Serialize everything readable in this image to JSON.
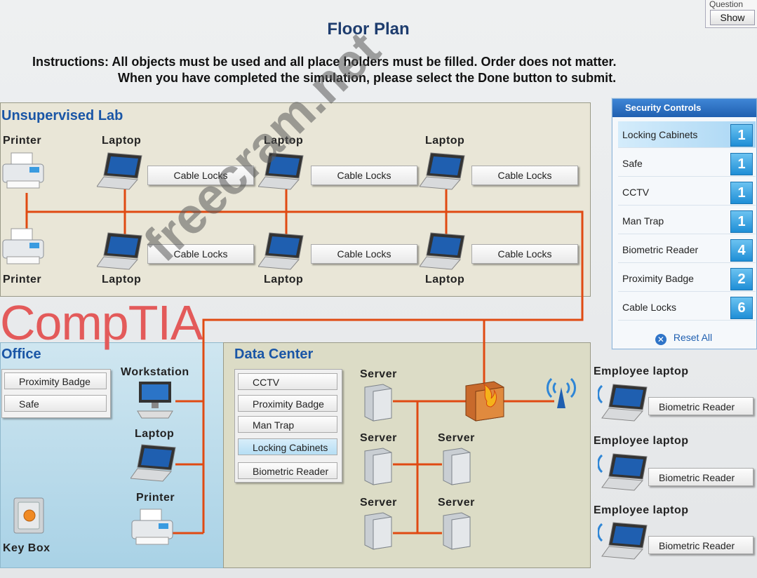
{
  "question": {
    "label": "Question",
    "show_button": "Show"
  },
  "title": "Floor Plan",
  "instructions": {
    "line1": "Instructions: All objects must be used and all place holders must be filled. Order does not matter.",
    "line2": "When you have completed the simulation, please select the Done button to submit."
  },
  "zones": {
    "lab": "Unsupervised Lab",
    "office": "Office",
    "datacenter": "Data Center"
  },
  "lab_devices": {
    "printer_top": "Printer",
    "printer_bottom": "Printer",
    "laptop_top": [
      "Laptop",
      "Laptop",
      "Laptop"
    ],
    "laptop_bottom": [
      "Laptop",
      "Laptop",
      "Laptop"
    ],
    "slots_top": [
      "Cable Locks",
      "Cable Locks",
      "Cable Locks"
    ],
    "slots_bottom": [
      "Cable Locks",
      "Cable Locks",
      "Cable Locks"
    ]
  },
  "office": {
    "slots": [
      "Proximity Badge",
      "Safe"
    ],
    "workstation": "Workstation",
    "laptop": "Laptop",
    "printer": "Printer",
    "keybox": "Key Box"
  },
  "datacenter": {
    "slots": [
      "CCTV",
      "Proximity Badge",
      "Man Trap",
      "Locking Cabinets",
      "Biometric Reader"
    ],
    "servers": [
      "Server",
      "Server",
      "Server",
      "Server",
      "Server"
    ]
  },
  "employee_laptops": [
    {
      "label": "Employee laptop",
      "slot": "Biometric Reader"
    },
    {
      "label": "Employee laptop",
      "slot": "Biometric Reader"
    },
    {
      "label": "Employee laptop",
      "slot": "Biometric Reader"
    }
  ],
  "security_controls": {
    "title": "Security Controls",
    "items": [
      {
        "label": "Locking Cabinets",
        "count": "1"
      },
      {
        "label": "Safe",
        "count": "1"
      },
      {
        "label": "CCTV",
        "count": "1"
      },
      {
        "label": "Man Trap",
        "count": "1"
      },
      {
        "label": "Biometric Reader",
        "count": "4"
      },
      {
        "label": "Proximity Badge",
        "count": "2"
      },
      {
        "label": "Cable Locks",
        "count": "6"
      }
    ],
    "reset": "Reset All"
  },
  "logo": "CompTIA",
  "watermark": "freecram.net",
  "colors": {
    "cable": "#e04a12",
    "accent": "#1a56a6",
    "count_badge": "#1e8ed6"
  }
}
